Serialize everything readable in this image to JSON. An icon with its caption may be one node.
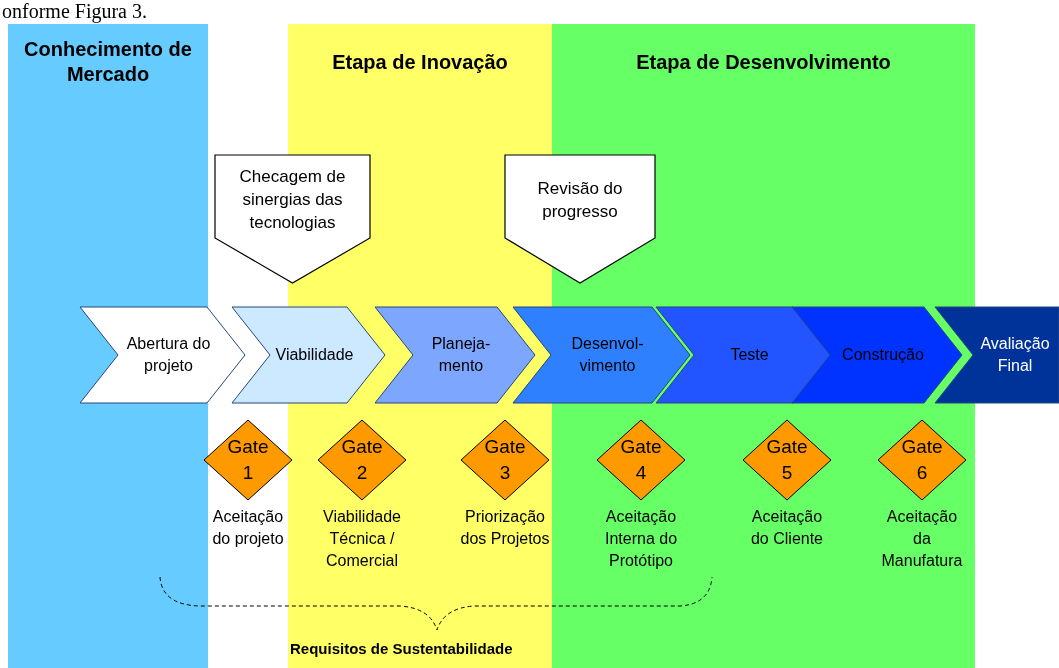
{
  "diagram": {
    "nodes": [
      {
        "text": [
          "Conhecimento de Mercado"
        ]
      },
      {
        "text": [
          "Etapa de Inovação"
        ]
      },
      {
        "text": [
          "Etapa de Desenvolvimento"
        ]
      },
      {
        "text": [
          "Checagem de sinergias das tecnologias"
        ]
      },
      {
        "text": [
          "Revisão do progresso"
        ]
      },
      {
        "text": [
          "Abertura do projeto"
        ]
      },
      {
        "text": [
          "Viabilidade"
        ]
      },
      {
        "text": [
          "Planeja- mento"
        ],
        "in": 1
      },
      {
        "text": [
          "Desenvol- vimento"
        ]
      },
      {
        "text": [
          "Teste"
        ],
        "in": 2
      },
      {
        "text": [
          "Construção"
        ],
        "in": 2
      },
      {
        "text": [
          "Avaliação Final"
        ]
      },
      {
        "text": [
          "Gate 1"
        ],
        "beside": [
          "Aceitação do projeto"
        ]
      },
      {
        "text": [
          "Gate 2"
        ],
        "beside": [
          "Viabilidade Técnica / Comercial"
        ],
        "in": 1
      },
      {
        "text": [
          "Gate 3"
        ],
        "beside": [
          "Priorização dos Projetos"
        ],
        "in": 1
      },
      {
        "text": [
          "Gate 4"
        ],
        "beside": [
          "Aceitação Interna do Protótipo"
        ],
        "in": 2
      },
      {
        "text": [
          "Gate 5"
        ],
        "beside": [
          "Aceitação do Cliente"
        ],
        "in": 2
      },
      {
        "text": [
          "Gate 6"
        ],
        "beside": [
          "Aceitação da Manufatura"
        ],
        "in": 2
      }
    ],
    "labels": [
      "onforme Figura 3.",
      "Requisitos de Sustentabilidade"
    ]
  }
}
